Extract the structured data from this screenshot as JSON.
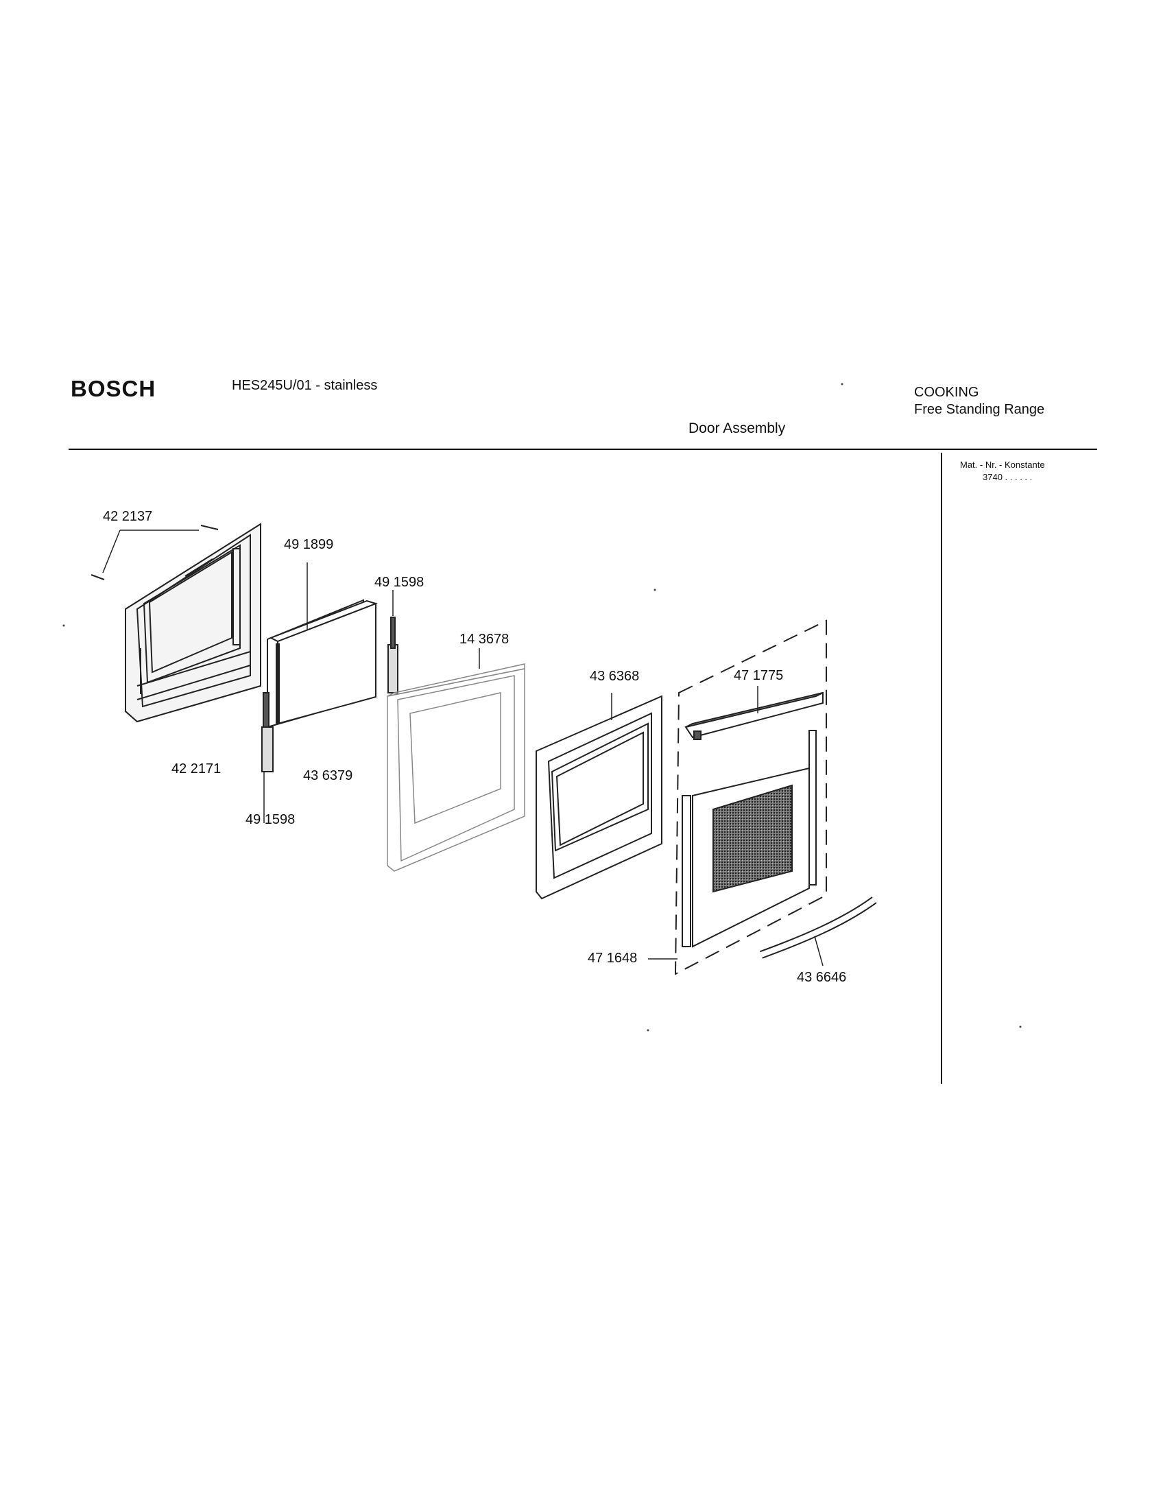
{
  "header": {
    "brand": "BOSCH",
    "model": "HES245U/01 - stainless",
    "category": "COOKING",
    "subcategory": "Free Standing Range",
    "section": "Door Assembly"
  },
  "sidebar": {
    "mat_nr_label": "Mat. - Nr. - Konstante",
    "konstante_value": "3740 . .  . . . ."
  },
  "parts": [
    {
      "id": "top-left-pins",
      "number": "42 2137"
    },
    {
      "id": "inner-glass-frame",
      "number": "49 1899"
    },
    {
      "id": "hinge-right",
      "number": "49 1598"
    },
    {
      "id": "middle-frame",
      "number": "14 3678"
    },
    {
      "id": "glass-panel",
      "number": "43 6368"
    },
    {
      "id": "top-trim",
      "number": "47 1775"
    },
    {
      "id": "door-liner",
      "number": "42 2171"
    },
    {
      "id": "glass-pack",
      "number": "43 6379"
    },
    {
      "id": "hinge-left",
      "number": "49 1598"
    },
    {
      "id": "side-trim",
      "number": "47 1648"
    },
    {
      "id": "handle",
      "number": "43 6646"
    }
  ]
}
